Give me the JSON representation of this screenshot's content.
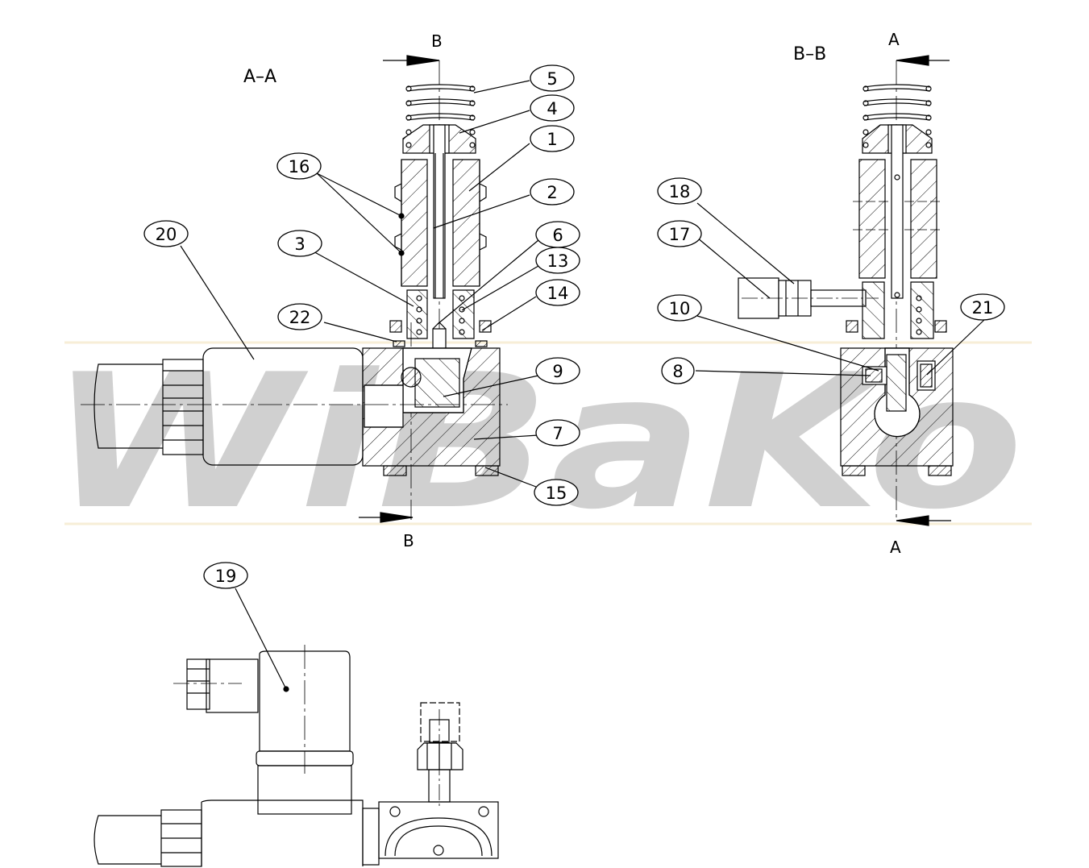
{
  "watermark": {
    "text": "WiBaKo",
    "color": "#d8a32a"
  },
  "colors": {
    "line": "#000000",
    "watermark": "#d8a32a",
    "background": "#ffffff"
  },
  "sections": {
    "aa": {
      "title": "A–A",
      "cut_top": "B",
      "cut_bottom": "B"
    },
    "bb": {
      "title": "B–B",
      "cut_top": "A",
      "cut_bottom": "A"
    }
  },
  "balloons": [
    {
      "id": "b5",
      "label": "5"
    },
    {
      "id": "b4",
      "label": "4"
    },
    {
      "id": "b1",
      "label": "1"
    },
    {
      "id": "b2",
      "label": "2"
    },
    {
      "id": "b16",
      "label": "16"
    },
    {
      "id": "b20",
      "label": "20"
    },
    {
      "id": "b3",
      "label": "3"
    },
    {
      "id": "b6",
      "label": "6"
    },
    {
      "id": "b13",
      "label": "13"
    },
    {
      "id": "b14",
      "label": "14"
    },
    {
      "id": "b22",
      "label": "22"
    },
    {
      "id": "b9",
      "label": "9"
    },
    {
      "id": "b7",
      "label": "7"
    },
    {
      "id": "b15",
      "label": "15"
    },
    {
      "id": "b18",
      "label": "18"
    },
    {
      "id": "b17",
      "label": "17"
    },
    {
      "id": "b10",
      "label": "10"
    },
    {
      "id": "b21",
      "label": "21"
    },
    {
      "id": "b8",
      "label": "8"
    },
    {
      "id": "b19",
      "label": "19"
    }
  ]
}
